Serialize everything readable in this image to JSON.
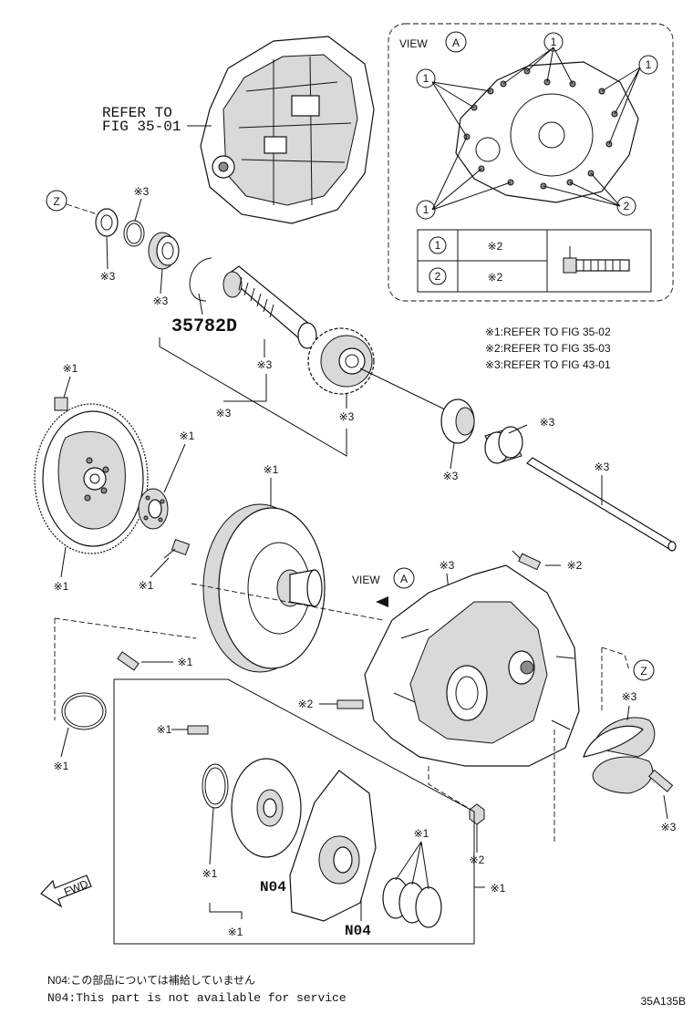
{
  "diagram_id": "35A135B",
  "refer_to": [
    "REFER TO",
    "FIG 35-01"
  ],
  "part_number_label": "35782D",
  "view_label": "VIEW",
  "view_letter": "A",
  "z_letter": "Z",
  "callouts": {
    "c1": "※1",
    "c2": "※2",
    "c3": "※3"
  },
  "circled": {
    "one": "1",
    "two": "2"
  },
  "view_table": {
    "rows": [
      {
        "circle": "1",
        "ref": "※2"
      },
      {
        "circle": "2",
        "ref": "※2"
      }
    ]
  },
  "references": [
    "※1:REFER TO FIG 35-02",
    "※2:REFER TO FIG 35-03",
    "※3:REFER TO FIG 43-01"
  ],
  "n04": "N04",
  "fwd": "FWD",
  "notes": [
    "N04:この部品については補給していません",
    "N04:This part is not available for service"
  ]
}
